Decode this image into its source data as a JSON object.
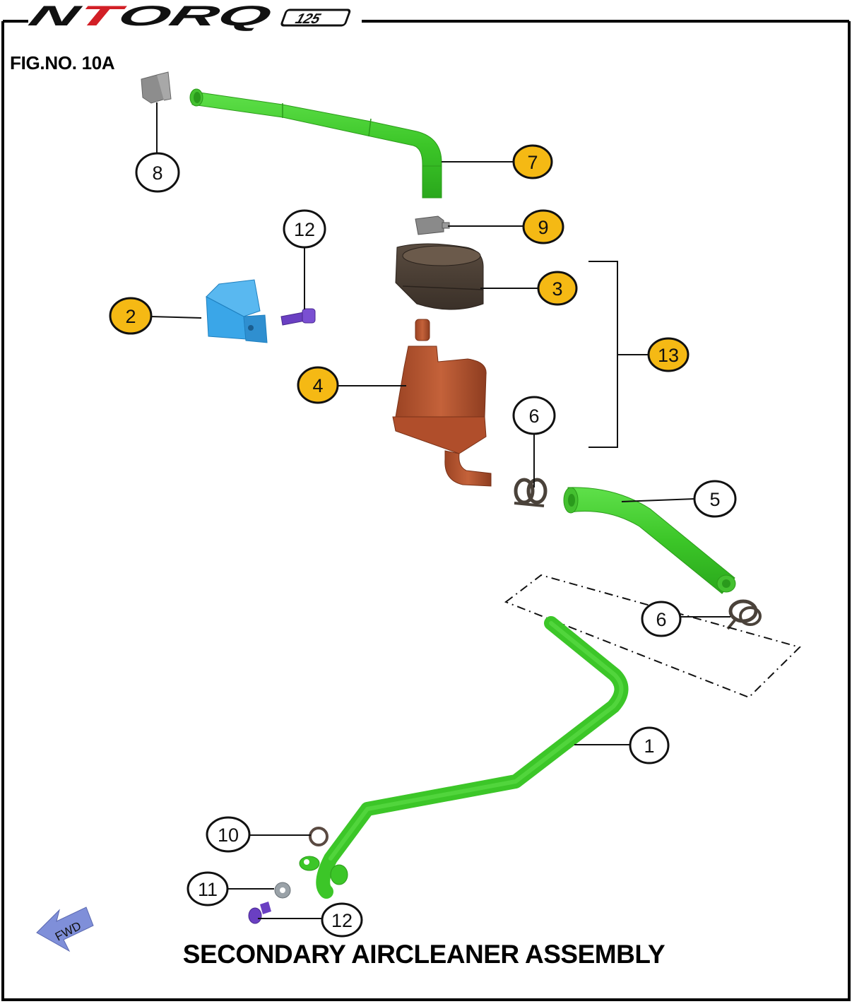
{
  "brand": {
    "logo_text": "NTORQ",
    "logo_model": "125",
    "logo_accent_color": "#d21f26"
  },
  "figure": {
    "number_label": "FIG.NO. 10A",
    "title": "SECONDARY AIRCLEANER ASSEMBLY",
    "direction_label": "FWD"
  },
  "colors": {
    "hose_green": "#3fcf2a",
    "callout_highlight": "#f5b914",
    "bracket_blue": "#3aa6e8",
    "bolt_purple": "#6a3fc2",
    "valve_brown": "#b8552f",
    "cover_dark_brown": "#4a3e33",
    "clamp_grey": "#8a8a8a",
    "arrow_blue": "#7f8fd9"
  },
  "callouts": [
    {
      "id": "c1",
      "label": "1",
      "part": "pipe",
      "highlighted": false
    },
    {
      "id": "c2",
      "label": "2",
      "part": "bracket",
      "highlighted": true
    },
    {
      "id": "c3",
      "label": "3",
      "part": "cover",
      "highlighted": true
    },
    {
      "id": "c4",
      "label": "4",
      "part": "valve",
      "highlighted": true
    },
    {
      "id": "c5",
      "label": "5",
      "part": "hose",
      "highlighted": false
    },
    {
      "id": "c6a",
      "label": "6",
      "part": "clip",
      "highlighted": false
    },
    {
      "id": "c6b",
      "label": "6",
      "part": "clip",
      "highlighted": false
    },
    {
      "id": "c7",
      "label": "7",
      "part": "hose",
      "highlighted": true
    },
    {
      "id": "c8",
      "label": "8",
      "part": "clamp",
      "highlighted": false
    },
    {
      "id": "c9",
      "label": "9",
      "part": "clamp",
      "highlighted": true
    },
    {
      "id": "c10",
      "label": "10",
      "part": "o-ring",
      "highlighted": false
    },
    {
      "id": "c11",
      "label": "11",
      "part": "washer",
      "highlighted": false
    },
    {
      "id": "c12a",
      "label": "12",
      "part": "bolt",
      "highlighted": false
    },
    {
      "id": "c12b",
      "label": "12",
      "part": "bolt",
      "highlighted": false
    },
    {
      "id": "c13",
      "label": "13",
      "part": "assembly",
      "highlighted": true
    }
  ]
}
